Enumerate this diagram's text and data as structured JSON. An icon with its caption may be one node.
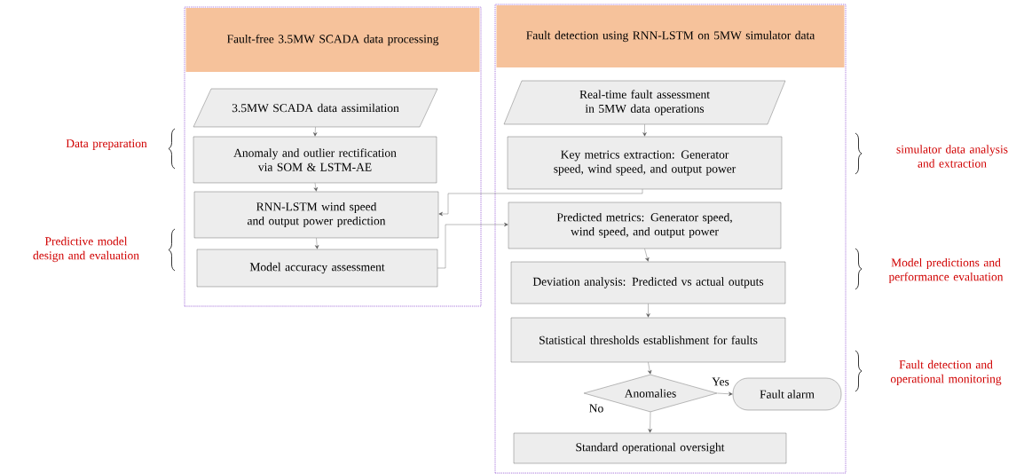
{
  "diagram": {
    "nodes": [
      {
        "text": [
          "Fault-free 3.5MW SCADA data processing"
        ]
      },
      {
        "text": [
          "Fault detection using RNN-LSTM on 5MW simulator data"
        ]
      },
      {
        "text": [
          "3.5MW SCADA data assimilation"
        ],
        "in": 0
      },
      {
        "text": [
          "Anomaly and outlier rectification via SOM & LSTM-AE"
        ],
        "in": 0
      },
      {
        "text": [
          "RNN-LSTM wind speed and output power prediction"
        ],
        "in": 0
      },
      {
        "text": [
          "Model accuracy assessment"
        ],
        "in": 0
      },
      {
        "text": [
          "Real-time fault assessment in 5MW data operations"
        ],
        "in": 1
      },
      {
        "text": [
          "Key metrics extraction: Generator speed, wind speed, and output power"
        ],
        "in": 1
      },
      {
        "text": [
          "Predicted metrics: Generator speed, wind speed, and output power"
        ],
        "in": 1
      },
      {
        "text": [
          "Deviation analysis: Predicted vs actual outputs"
        ],
        "in": 1
      },
      {
        "text": [
          "Statistical thresholds establishment for faults"
        ],
        "in": 1
      },
      {
        "text": [
          "Anomalies"
        ],
        "in": 1
      },
      {
        "text": [
          "Fault alarm"
        ],
        "in": 1
      },
      {
        "text": [
          "Standard operational oversight"
        ],
        "in": 1
      }
    ],
    "edges": [
      {
        "from": 2,
        "to": 3,
        "arrow": "to"
      },
      {
        "from": 3,
        "to": 4,
        "arrow": "to"
      },
      {
        "from": 4,
        "to": 5,
        "arrow": "to"
      },
      {
        "from": 7,
        "to": 4,
        "arrow": "to"
      },
      {
        "from": 5,
        "to": 8,
        "arrow": "to"
      },
      {
        "from": 6,
        "to": 7,
        "arrow": "to"
      },
      {
        "from": 8,
        "to": 9,
        "arrow": "to"
      },
      {
        "from": 9,
        "to": 10,
        "arrow": "to"
      },
      {
        "from": 10,
        "to": 11,
        "arrow": "to"
      },
      {
        "from": 11,
        "to": 12,
        "arrow": "to",
        "label": "Yes"
      },
      {
        "from": 11,
        "to": 13,
        "arrow": "to",
        "label": "No"
      }
    ],
    "labels": [
      "Data preparation",
      "Predictive model design and evaluation",
      "simulator data analysis and extraction",
      "Model predictions and performance evaluation",
      "Fault detection and operational monitoring"
    ]
  }
}
